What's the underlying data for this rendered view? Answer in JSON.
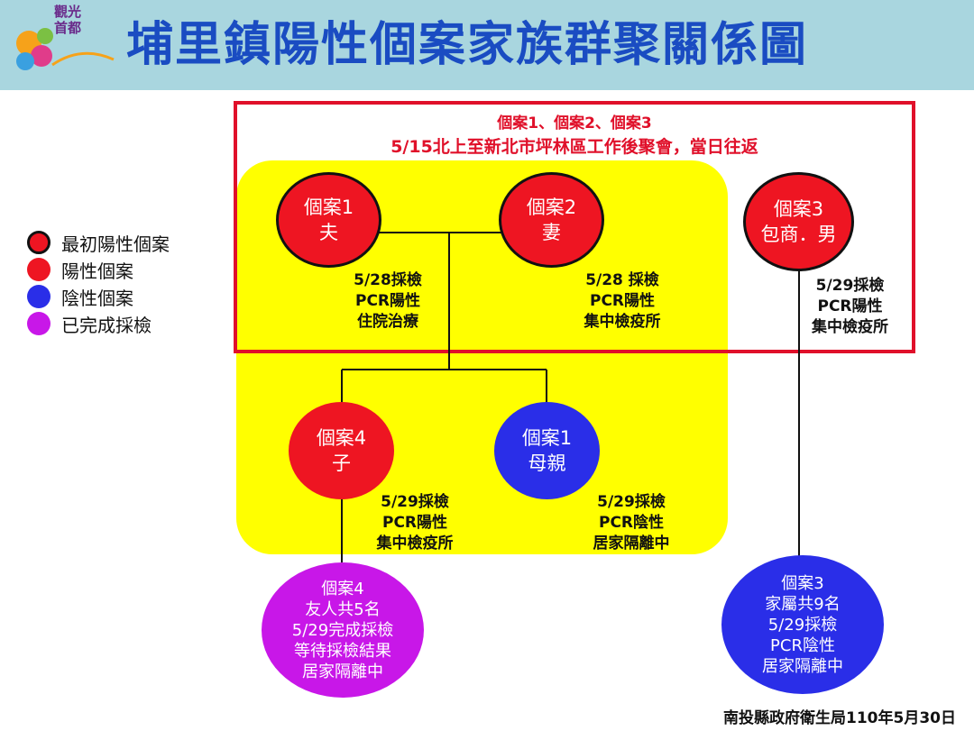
{
  "header": {
    "logo_text": "觀光\n首都",
    "title": "埔里鎮陽性個案家族群聚關係圖"
  },
  "gathering_note": {
    "line1": "個案1、個案2、個案3",
    "line2": "5/15北上至新北市坪林區工作後聚會，當日往返"
  },
  "legend": [
    {
      "label": "最初陽性個案",
      "color": "#ee1522",
      "outline": true
    },
    {
      "label": "陽性個案",
      "color": "#ee1522",
      "outline": false
    },
    {
      "label": "陰性個案",
      "color": "#2a2ee8",
      "outline": false
    },
    {
      "label": "已完成採檢",
      "color": "#c817e8",
      "outline": false
    }
  ],
  "nodes": {
    "case1": {
      "line1": "個案1",
      "line2": "夫"
    },
    "case2": {
      "line1": "個案2",
      "line2": "妻"
    },
    "case3": {
      "line1": "個案3",
      "line2": "包商．男"
    },
    "case4": {
      "line1": "個案4",
      "line2": "子"
    },
    "case1_mother": {
      "line1": "個案1",
      "line2": "母親"
    },
    "case4_friends": {
      "lines": [
        "個案4",
        "友人共5名",
        "5/29完成採檢",
        "等待採檢結果",
        "居家隔離中"
      ]
    },
    "case3_family": {
      "lines": [
        "個案3",
        "家屬共9名",
        "5/29採檢",
        "PCR陰性",
        "居家隔離中"
      ]
    }
  },
  "notes": {
    "case1": [
      "5/28採檢",
      "PCR陽性",
      "住院治療"
    ],
    "case2": [
      "5/28 採檢",
      "PCR陽性",
      "集中檢疫所"
    ],
    "case3": [
      "5/29採檢",
      "PCR陽性",
      "集中檢疫所"
    ],
    "case4": [
      "5/29採檢",
      "PCR陽性",
      "集中檢疫所"
    ],
    "case1_mother": [
      "5/29採檢",
      "PCR陰性",
      "居家隔離中"
    ]
  },
  "footer": "南投縣政府衛生局110年5月30日"
}
